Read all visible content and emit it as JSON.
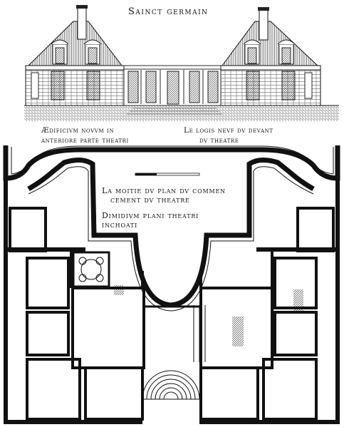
{
  "plate": {
    "title": "Sainct germain",
    "elevation_caption_latin": [
      "Ædificivm novvm in",
      "anteriore parte theatri"
    ],
    "elevation_caption_french": [
      "Le logis nevf dv devant",
      "dv theatre"
    ],
    "plan_caption_french": [
      "La moitie dv plan dv commen",
      "cement dv theatre"
    ],
    "plan_caption_latin": [
      "Dimidivm plani theatri",
      "inchoati"
    ]
  }
}
